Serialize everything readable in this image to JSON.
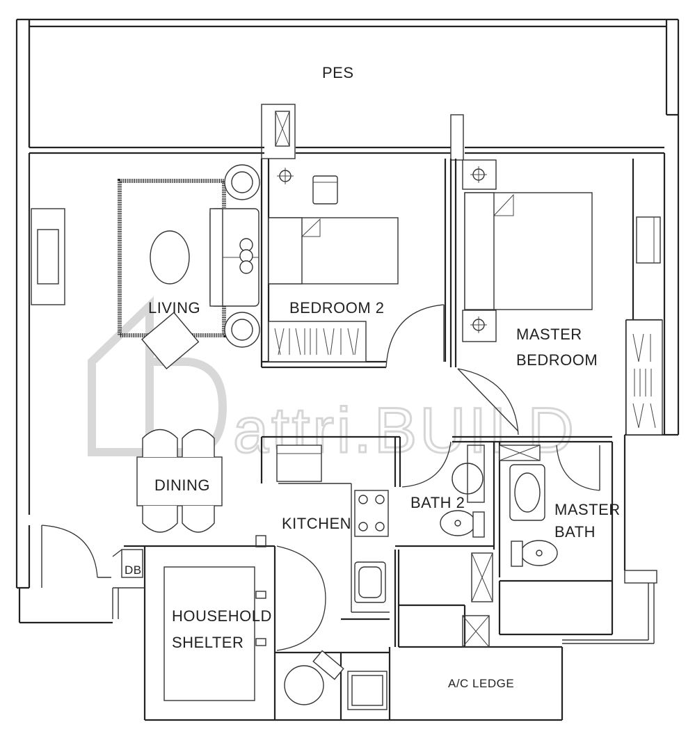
{
  "floorplan": {
    "rooms": {
      "pes": "PES",
      "living": "LIVING",
      "bedroom2": "BEDROOM 2",
      "master_bedroom_line1": "MASTER",
      "master_bedroom_line2": "BEDROOM",
      "dining": "DINING",
      "kitchen": "KITCHEN",
      "bath2": "BATH 2",
      "master_bath_line1": "MASTER",
      "master_bath_line2": "BATH",
      "db": "DB",
      "household_shelter_line1": "HOUSEHOLD",
      "household_shelter_line2": "SHELTER",
      "ac_ledge": "A/C LEDGE"
    },
    "watermark": {
      "text": "attri.BUILD"
    },
    "colors": {
      "line": "#222222",
      "watermark": "#d6d6d6",
      "background": "#ffffff"
    }
  }
}
